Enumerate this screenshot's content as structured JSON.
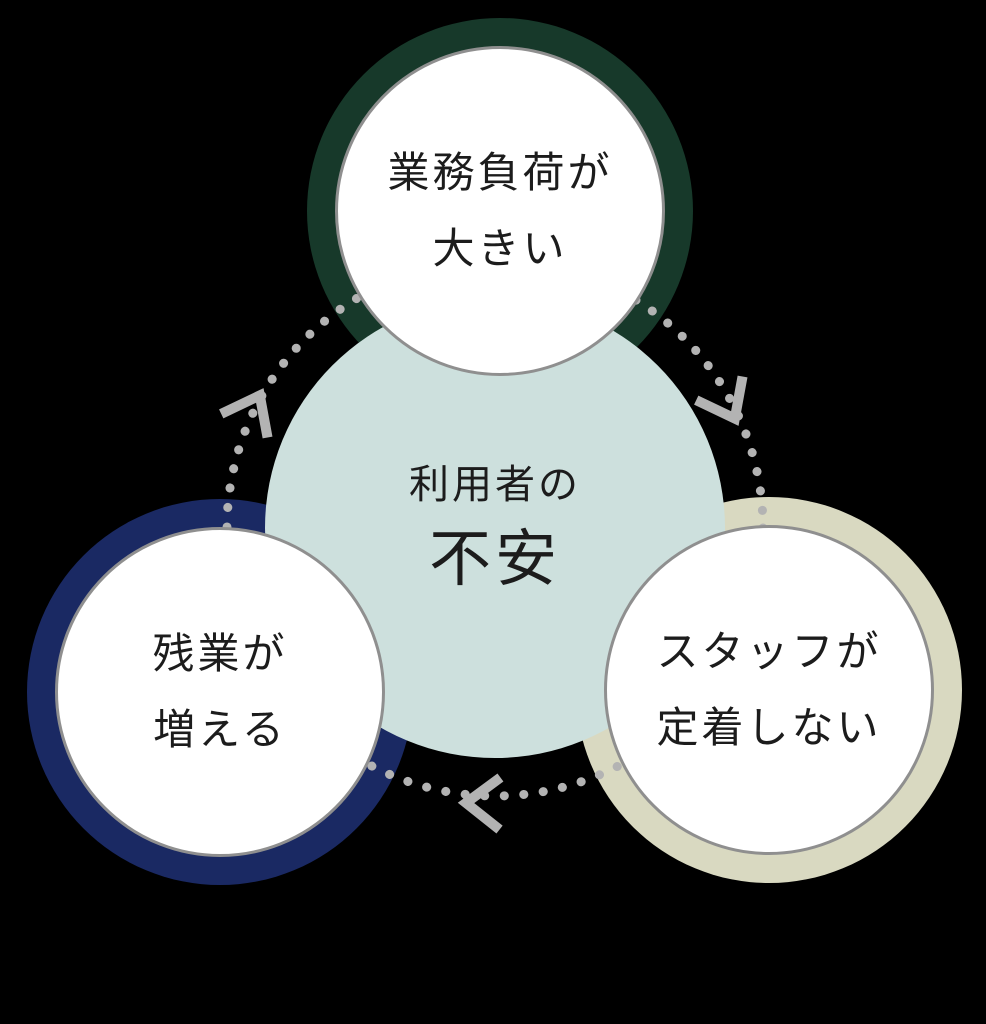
{
  "colors": {
    "bg": "#000000",
    "ring-green": "#17392a",
    "ring-navy": "#1a2963",
    "ring-beige": "#d9d9c1",
    "center-fill": "#cde0dd",
    "node-fill": "#ffffff",
    "node-border": "#8f8f8f",
    "dots": "#b3b3b3",
    "text": "#1c1c1c"
  },
  "center": {
    "line1": "利用者の",
    "line2": "不安"
  },
  "nodes": [
    {
      "id": "workload",
      "line1": "業務負荷が",
      "line2": "大きい"
    },
    {
      "id": "overtime",
      "line1": "残業が",
      "line2": "増える"
    },
    {
      "id": "staff",
      "line1": "スタッフが",
      "line2": "定着しない"
    }
  ]
}
